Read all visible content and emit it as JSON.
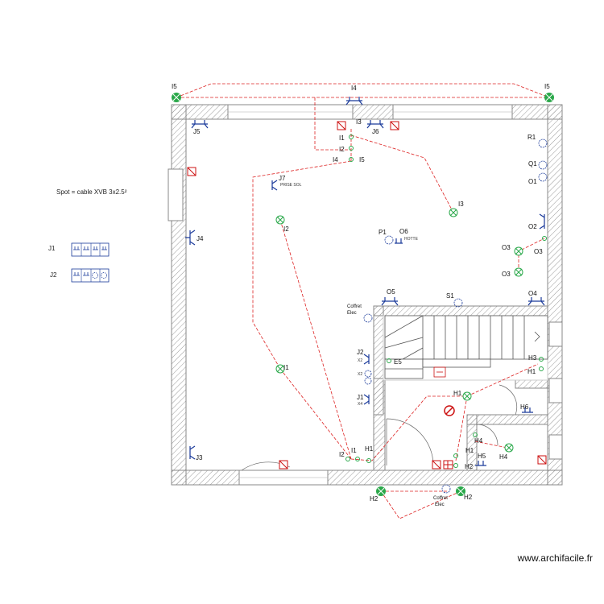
{
  "notes": {
    "spot_cable": "Spot = cable XVB 3x2.5²",
    "legend_j1": "J1",
    "legend_j2": "J2",
    "site": "www.archifacile.fr"
  },
  "labels": {
    "i5_left": "I5",
    "i4_top": "I4",
    "i5_right": "I5",
    "j5": "J5",
    "i3_top": "I3",
    "j6": "J6",
    "i1_top": "I1",
    "i2_top": "I2",
    "i4_mid": "I4",
    "i5_mid": "I5",
    "r1": "R1",
    "q1": "Q1",
    "o1": "O1",
    "j7": "J7",
    "prise_sol": "PRISE SOL",
    "i3_mid": "I3",
    "i2_left": "I2",
    "j4": "J4",
    "o2": "O2",
    "p1": "P1",
    "o6": "O6",
    "hotte": "HOTTE",
    "o3_a": "O3",
    "o3_b": "O3",
    "o3_c": "O3",
    "coffret_top": "Coffret",
    "elec_top": "Elec",
    "o5": "O5",
    "s1": "S1",
    "o4": "O4",
    "j2": "J2",
    "x2_a": "X2",
    "x2_b": "X2",
    "e5": "E5",
    "h3": "H3",
    "h1_right": "H1",
    "i1_mid": "I1",
    "j1": "J1",
    "x4": "X4",
    "h1_center": "H1",
    "h6": "H6",
    "h4_a": "H4",
    "h4_b": "H4",
    "h1_small": "H1",
    "j3": "J3",
    "i2_bottom": "I2",
    "i1_bottom": "I1",
    "h1_bottom": "H1",
    "h5": "H5",
    "h2_small": "H2",
    "h2_left": "H2",
    "coffret_bottom": "Coffret",
    "elec_bottom": "Elec",
    "h2_right": "H2"
  },
  "colors": {
    "wire": "#dd2222",
    "socket": "#1a3a9a",
    "light": "#2aa84a",
    "switch": "#2aa84a",
    "wall_hatch": "#999999",
    "box": "#cc1111"
  }
}
